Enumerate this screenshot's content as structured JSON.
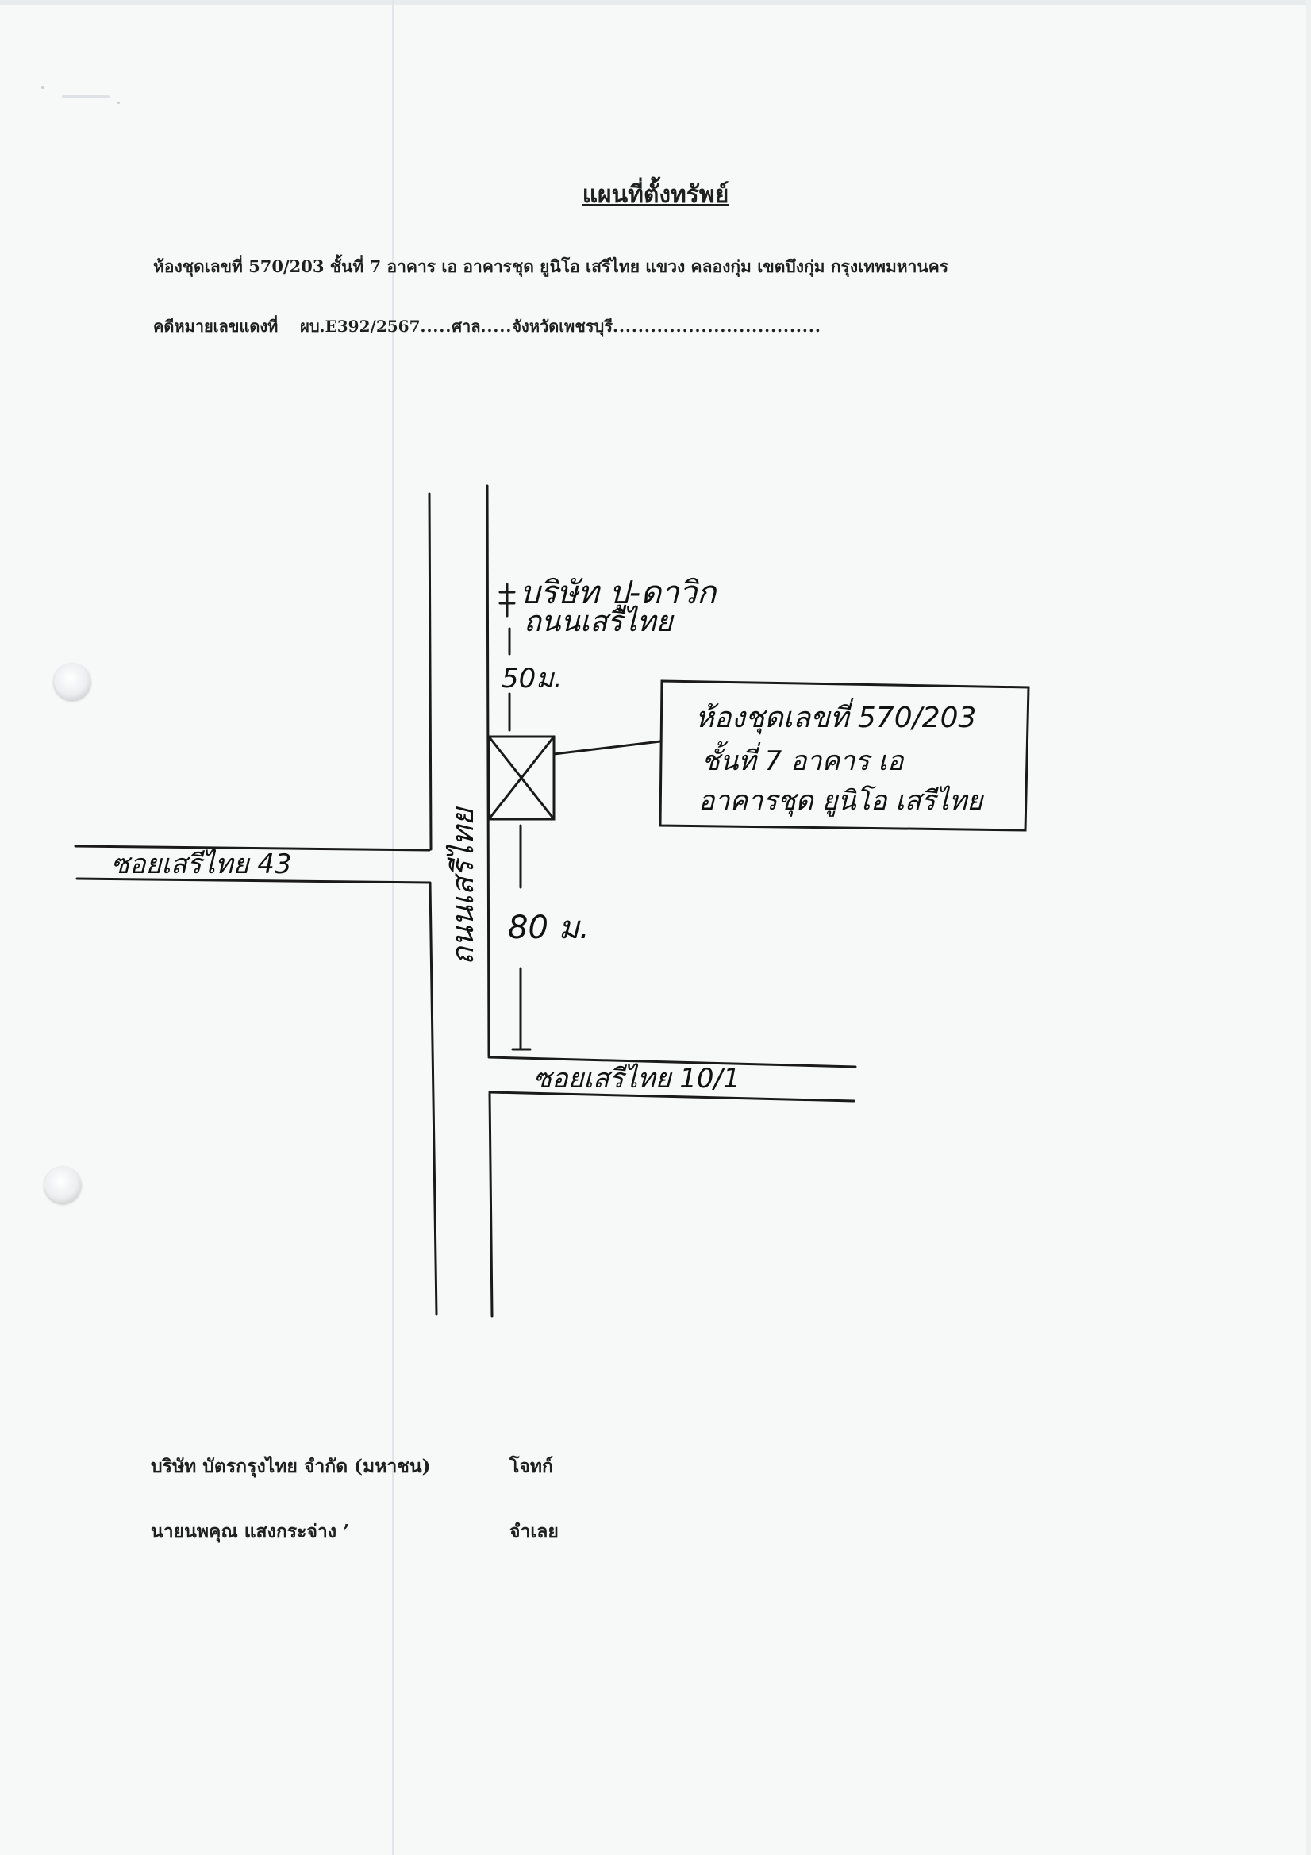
{
  "header": {
    "title": "แผนที่ตั้งทรัพย์",
    "property_line": "ห้องชุดเลขที่  570/203  ชั้นที่ 7  อาคาร เอ  อาคารชุด ยูนิโอ เสรีไทย  แขวง คลองกุ่ม  เขตบึงกุ่ม  กรุงเทพมหานคร",
    "case_label": "คดีหมายเลขแดงที่",
    "case_number": "ผบ.E392/2567",
    "court_word": "ศาล",
    "province": "จังหวัดเพชรบุรี"
  },
  "map": {
    "landmark_line1": "บริษัท ปู-ดาวิก",
    "landmark_line2": "ถนนเสรีไทย",
    "distance_top": "50ม.",
    "distance_bottom": "80 ม.",
    "main_road": "ถนนเสรีไทย",
    "soi_left": "ซอยเสรีไทย 43",
    "soi_bottom": "ซอยเสรีไทย 10/1",
    "callout_line1": "ห้องชุดเลขที่ 570/203",
    "callout_line2": "ชั้นที่ 7 อาคาร เอ",
    "callout_line3": "อาคารชุด ยูนิโอ เสรีไทย"
  },
  "parties": {
    "plaintiff_name": "บริษัท  บัตรกรุงไทย  จำกัด (มหาชน)",
    "plaintiff_role": "โจทก์",
    "defendant_name": "นายนพคุณ  แสงกระจ่าง    ’",
    "defendant_role": "จำเลย"
  }
}
